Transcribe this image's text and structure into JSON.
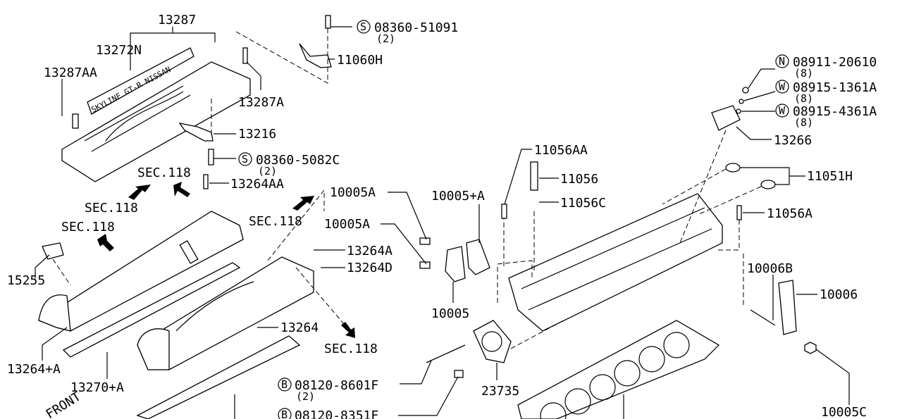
{
  "diagram": {
    "labels": {
      "l13287": "13287",
      "l13272N": "13272N",
      "l13287AA": "13287AA",
      "l13287A": "13287A",
      "l11060H": "11060H",
      "l13216": "13216",
      "l13264AA": "13264AA",
      "l10005A_1": "10005A",
      "l10005A_2": "10005A",
      "l10005pA": "10005+A",
      "l10005": "10005",
      "l11056AA": "11056AA",
      "l11056": "11056",
      "l11056C": "11056C",
      "l11056A": "11056A",
      "l11051H": "11051H",
      "l13266": "13266",
      "l10006B": "10006B",
      "l10006": "10006",
      "l10005C": "10005C",
      "l13264A": "13264A",
      "l13264D": "13264D",
      "l13264": "13264",
      "l15255": "15255",
      "l13264pA": "13264+A",
      "l13270pA": "13270+A",
      "l23735": "23735",
      "front": "FRONT"
    },
    "sec_refs": [
      "SEC.118",
      "SEC.118",
      "SEC.118",
      "SEC.118",
      "SEC.118"
    ],
    "fasteners": [
      {
        "symbol": "S",
        "part": "08360-51091",
        "qty": "(2)"
      },
      {
        "symbol": "S",
        "part": "08360-5082C",
        "qty": "(2)"
      },
      {
        "symbol": "N",
        "part": "08911-20610",
        "qty": "(8)"
      },
      {
        "symbol": "W",
        "part": "08915-1361A",
        "qty": "(8)"
      },
      {
        "symbol": "W",
        "part": "08915-4361A",
        "qty": "(8)"
      },
      {
        "symbol": "B",
        "part": "08120-8601F",
        "qty": "(2)"
      },
      {
        "symbol": "B",
        "part": "08120-8351F"
      }
    ],
    "logo_text": "SKYLINE GT-R NISSAN"
  }
}
